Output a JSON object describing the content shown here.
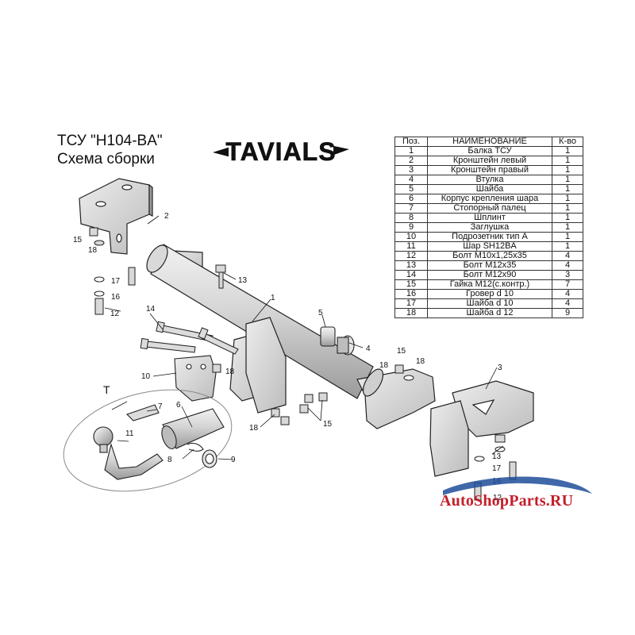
{
  "title": {
    "line1": "ТСУ  \"H104-BA\"",
    "line2": "Схема сборки"
  },
  "logo": {
    "text": "TAVIALS"
  },
  "table": {
    "headers": [
      "Поз.",
      "НАИМЕНОВАНИЕ",
      "К-во"
    ],
    "rows": [
      [
        "1",
        "Балка ТСУ",
        "1"
      ],
      [
        "2",
        "Кронштейн левый",
        "1"
      ],
      [
        "3",
        "Кронштейн правый",
        "1"
      ],
      [
        "4",
        "Втулка",
        "1"
      ],
      [
        "5",
        "Шайба",
        "1"
      ],
      [
        "6",
        "Корпус крепления шара",
        "1"
      ],
      [
        "7",
        "Стопорный палец",
        "1"
      ],
      [
        "8",
        "Шплинт",
        "1"
      ],
      [
        "9",
        "Заглушка",
        "1"
      ],
      [
        "10",
        "Подрозетник тип А",
        "1"
      ],
      [
        "11",
        "Шар SH12BA",
        "1"
      ],
      [
        "12",
        "Болт M10x1,25x35",
        "4"
      ],
      [
        "13",
        "Болт M12x35",
        "4"
      ],
      [
        "14",
        "Болт M12x90",
        "3"
      ],
      [
        "15",
        "Гайка M12(с.контр.)",
        "7"
      ],
      [
        "16",
        "Гровер d 10",
        "4"
      ],
      [
        "17",
        "Шайба d 10",
        "4"
      ],
      [
        "18",
        "Шайба d 12",
        "9"
      ]
    ]
  },
  "callouts": {
    "c1": "1",
    "c2": "2",
    "c3": "3",
    "c4": "4",
    "c5": "5",
    "c6": "6",
    "c7": "7",
    "c8": "8",
    "c9": "9",
    "c10": "10",
    "c11": "11",
    "c12a": "12",
    "c12b": "12",
    "c13a": "13",
    "c13b": "13",
    "c14": "14",
    "c15a": "15",
    "c15b": "15",
    "c15c": "15",
    "c16a": "16",
    "c16b": "16",
    "c17a": "17",
    "c17b": "17",
    "c18a": "18",
    "c18b": "18",
    "c18c": "18",
    "c18d": "18",
    "c18e": "18",
    "groupT": "T"
  },
  "watermark": {
    "text": "AutoShopParts.RU",
    "color": "#c41e2a",
    "swoosh_color": "#1f4e9a"
  }
}
